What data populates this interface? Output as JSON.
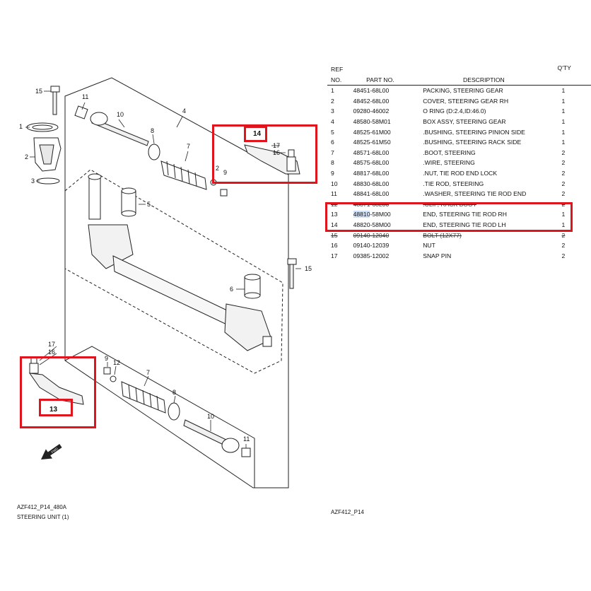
{
  "table": {
    "headers": {
      "ref": "REF NO.",
      "part": "PART NO.",
      "desc": "DESCRIPTION",
      "qty": "Q'TY"
    },
    "rows": [
      {
        "ref": "1",
        "part": "48451-68L00",
        "desc": "PACKING, STEERING GEAR",
        "qty": "1"
      },
      {
        "ref": "2",
        "part": "48452-68L00",
        "desc": "COVER, STEERING GEAR RH",
        "qty": "1"
      },
      {
        "ref": "3",
        "part": "09280-46002",
        "desc": "O RING (D:2.4,ID:46.0)",
        "qty": "1"
      },
      {
        "ref": "4",
        "part": "48580-58M01",
        "desc": "BOX ASSY, STEERING GEAR",
        "qty": "1"
      },
      {
        "ref": "5",
        "part": "48525-61M00",
        "desc": ".BUSHING, STEERING PINION SIDE",
        "qty": "1"
      },
      {
        "ref": "6",
        "part": "48525-61M50",
        "desc": ".BUSHING, STEERING RACK SIDE",
        "qty": "1"
      },
      {
        "ref": "7",
        "part": "48571-68L00",
        "desc": ".BOOT, STEERING",
        "qty": "2"
      },
      {
        "ref": "8",
        "part": "48575-68L00",
        "desc": ".WIRE, STEERING",
        "qty": "2"
      },
      {
        "ref": "9",
        "part": "48817-68L00",
        "desc": ".NUT, TIE ROD END LOCK",
        "qty": "2"
      },
      {
        "ref": "10",
        "part": "48830-68L00",
        "desc": ".TIE ROD, STEERING",
        "qty": "2"
      },
      {
        "ref": "11",
        "part": "48841-68L00",
        "desc": ".WASHER, STEERING TIE ROD END",
        "qty": "2"
      },
      {
        "ref": "12",
        "part": "48871-68L00",
        "desc": ".CLIP, RACK BOOT",
        "qty": "2"
      },
      {
        "ref": "13",
        "part": "48810-58M00",
        "desc": "END, STEERING TIE ROD RH",
        "qty": "1"
      },
      {
        "ref": "14",
        "part": "48820-58M00",
        "desc": "END, STEERING TIE ROD LH",
        "qty": "1"
      },
      {
        "ref": "15",
        "part": "09140-12040",
        "desc": "BOLT (12X77)",
        "qty": "2"
      },
      {
        "ref": "16",
        "part": "09140-12039",
        "desc": "NUT",
        "qty": "2"
      },
      {
        "ref": "17",
        "part": "09385-12002",
        "desc": "SNAP PIN",
        "qty": "2"
      }
    ]
  },
  "highlight": {
    "part_prefix": "48810",
    "part_suffix": "-58M00"
  },
  "callouts": [
    "1",
    "2",
    "3",
    "4",
    "5",
    "6",
    "7",
    "8",
    "9",
    "10",
    "11",
    "12",
    "13",
    "14",
    "15",
    "16",
    "17"
  ],
  "footer": {
    "ref_code": "AZF412_P14_480A",
    "section": "STEERING UNIT (1)",
    "page_code": "AZF412_P14"
  },
  "colors": {
    "highlight_box": "#e0141c",
    "selection": "#cfe0f7",
    "line": "#222222"
  },
  "icons": {
    "direction_arrow": "fwd-arrow-icon"
  }
}
